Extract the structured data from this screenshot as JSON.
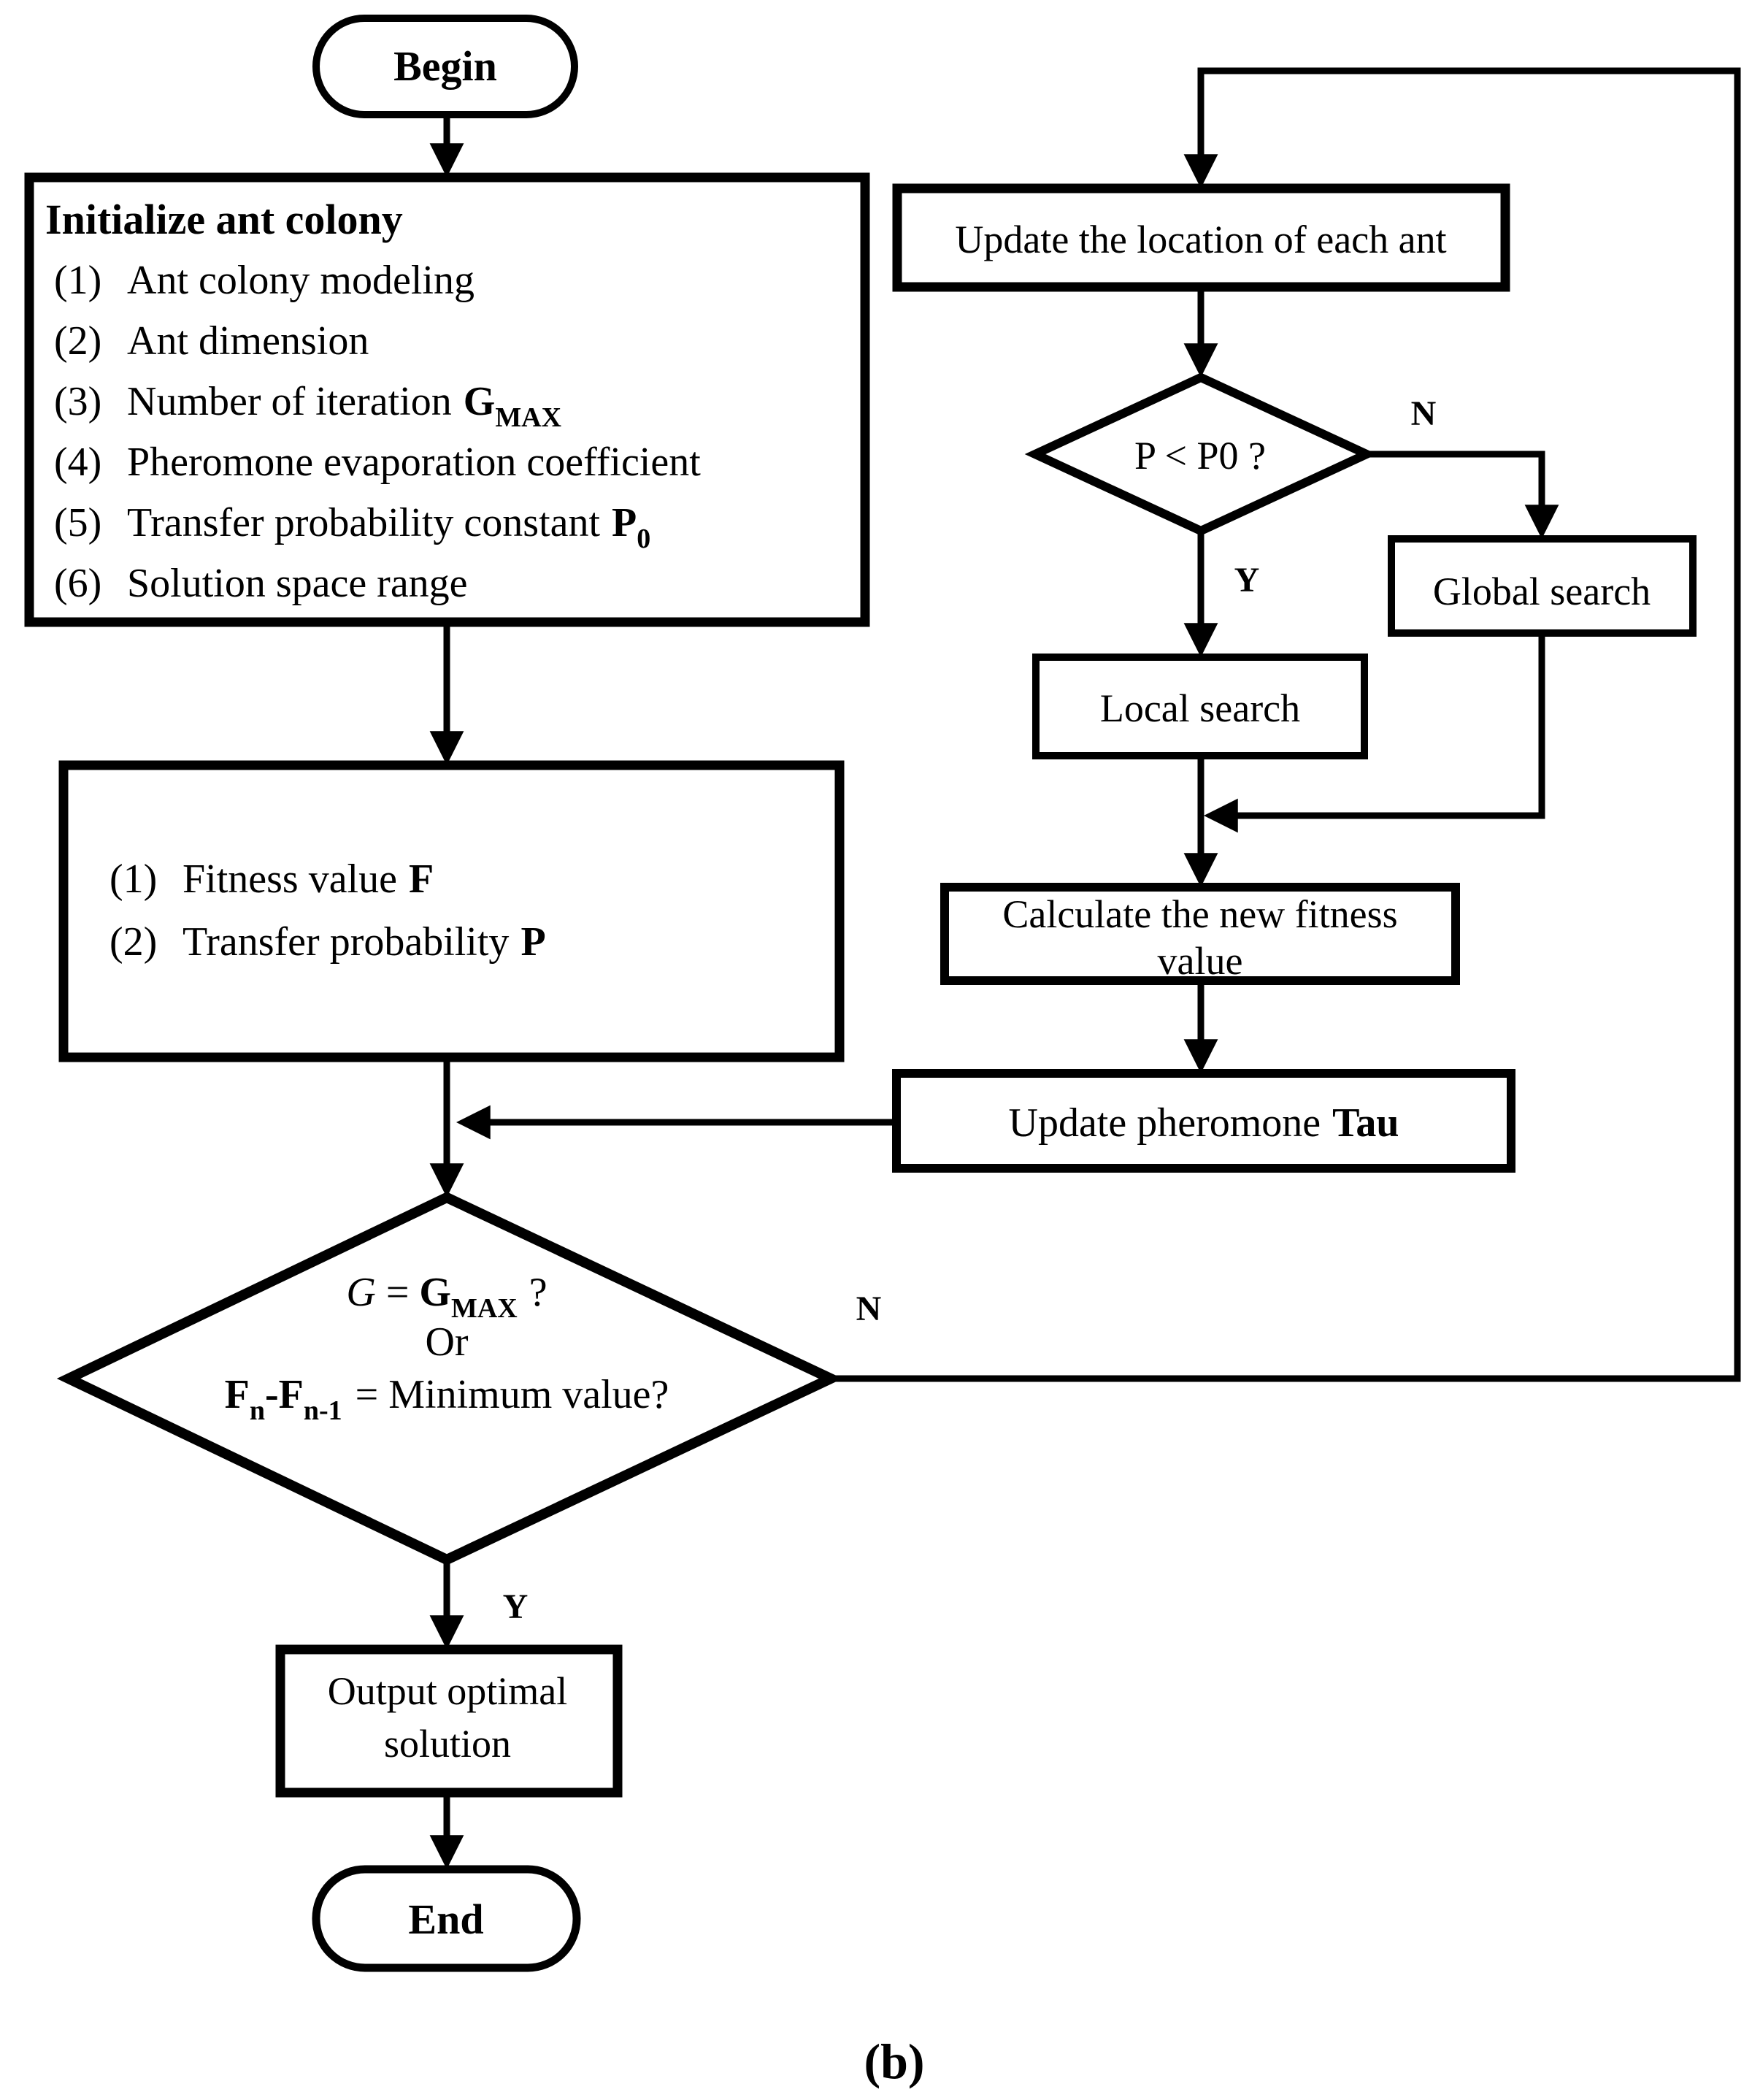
{
  "figure": {
    "caption": "(b)",
    "ink_color": "#000000",
    "background_color": "#ffffff"
  },
  "nodes": {
    "begin": {
      "label": "Begin"
    },
    "initialize": {
      "title": "Initialize ant colony",
      "items": [
        {
          "num": "(1)",
          "text": "Ant colony modeling"
        },
        {
          "num": "(2)",
          "text": "Ant dimension"
        },
        {
          "num": "(3)",
          "text": "Number of iteration",
          "sym": "G",
          "sub": "MAX"
        },
        {
          "num": "(4)",
          "text": "Pheromone evaporation coefficient"
        },
        {
          "num": "(5)",
          "text": "Transfer probability constant",
          "sym": "P",
          "sub": "0"
        },
        {
          "num": "(6)",
          "text": "Solution space range"
        }
      ]
    },
    "evaluate": {
      "items": [
        {
          "num": "(1)",
          "text": "Fitness value",
          "sym": "F"
        },
        {
          "num": "(2)",
          "text": "Transfer probability",
          "sym": "P"
        }
      ]
    },
    "update_location": {
      "label": "Update the location of each ant"
    },
    "p_decision": {
      "label": "P < P0 ?"
    },
    "global_search": {
      "label": "Global search"
    },
    "local_search": {
      "label": "Local search"
    },
    "calc_fitness": {
      "line1": "Calculate the new fitness",
      "line2": "value"
    },
    "update_pheromone": {
      "text": "Update pheromone",
      "sym": "Tau"
    },
    "stop_decision": {
      "line1": {
        "g1": "G",
        "eq": "=",
        "g2": "G",
        "sub": "MAX",
        "q": "?"
      },
      "line2": "Or",
      "line3": {
        "f1": "F",
        "s1": "n",
        "f2": "-F",
        "s2": "n-1",
        "rest": "= Minimum value?"
      }
    },
    "output": {
      "line1": "Output optimal",
      "line2": "solution"
    },
    "end": {
      "label": "End"
    }
  },
  "edge_labels": {
    "p_no": "N",
    "p_yes": "Y",
    "stop_no": "N",
    "stop_yes": "Y"
  }
}
